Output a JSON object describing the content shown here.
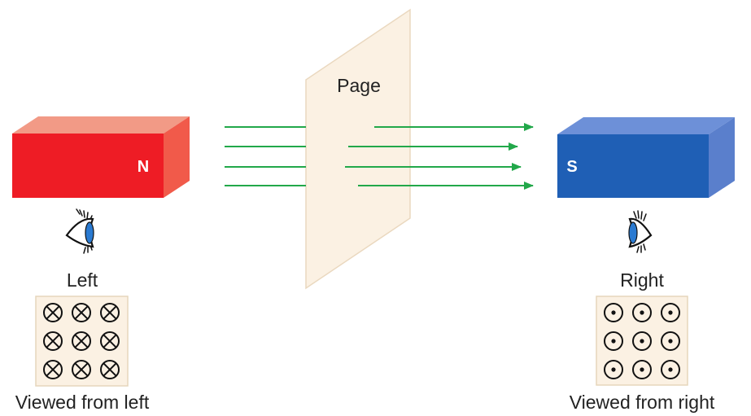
{
  "diagram": {
    "page_label": "Page",
    "left": {
      "pole": "N",
      "eye_label": "Left",
      "caption": "Viewed from left",
      "symbol": "into-page-cross",
      "grid": {
        "rows": 3,
        "cols": 3
      }
    },
    "right": {
      "pole": "S",
      "eye_label": "Right",
      "caption": "Viewed from right",
      "symbol": "out-of-page-dot",
      "grid": {
        "rows": 3,
        "cols": 3
      }
    },
    "field_lines": 4,
    "icons": [
      "eye-icon",
      "cross-symbol",
      "dot-symbol",
      "arrow-icon"
    ]
  },
  "colors": {
    "north_front": "#ee1c25",
    "north_top": "#f29a86",
    "north_side": "#f15a4a",
    "south_front": "#1f5fb5",
    "south_top": "#6d90d8",
    "south_side": "#5a7fcc",
    "page_fill": "#fbf1e3",
    "page_stroke": "#ead8bf",
    "field_line": "#22a84a",
    "grid_bg": "#fbf1e3",
    "grid_border": "#e6d6bc"
  }
}
